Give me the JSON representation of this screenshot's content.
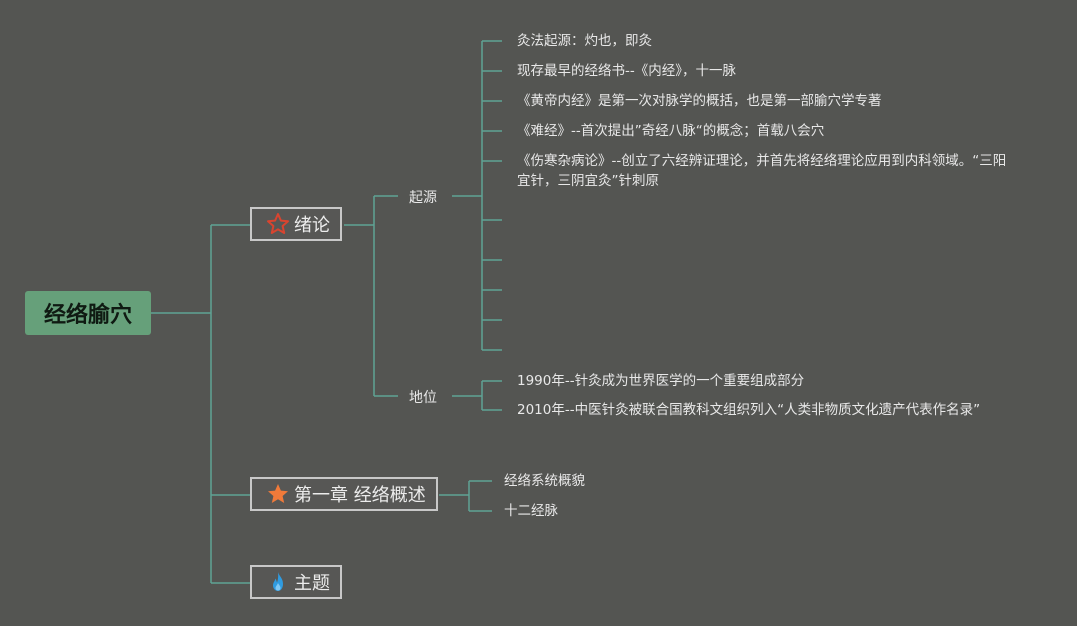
{
  "root": {
    "label": "经络腧穴"
  },
  "topics": {
    "intro": {
      "label": "绪论",
      "icon": "star-outline-icon",
      "icon_color": "#d9442f"
    },
    "chapter1": {
      "label": "第一章 经络概述",
      "icon": "star-icon",
      "icon_color": "#f07a3a"
    },
    "theme": {
      "label": "主题",
      "icon": "flame-icon",
      "icon_color": "#2f9be0"
    }
  },
  "intro_children": {
    "origin": {
      "label": "起源",
      "items": [
        "灸法起源：灼也，即灸",
        "现存最早的经络书--《内经》，十一脉",
        "《黄帝内经》是第一次对脉学的概括，也是第一部腧穴学专著",
        "《难经》--首次提出”奇经八脉“的概念；首载八会穴",
        "《伤寒杂病论》--创立了六经辨证理论，并首先将经络理论应用到内科领域。“三阳宜针，三阴宜灸”针刺原"
      ]
    },
    "status": {
      "label": "地位",
      "items": [
        "1990年--针灸成为世界医学的一个重要组成部分",
        "2010年--中医针灸被联合国教科文组织列入“人类非物质文化遗产代表作名录”"
      ]
    }
  },
  "chapter1_children": [
    "经络系统概貌",
    "十二经脉"
  ],
  "colors": {
    "background": "#545552",
    "line": "#5fa394",
    "root_fill": "#66a07a",
    "topic_border": "#c8c8c8"
  }
}
